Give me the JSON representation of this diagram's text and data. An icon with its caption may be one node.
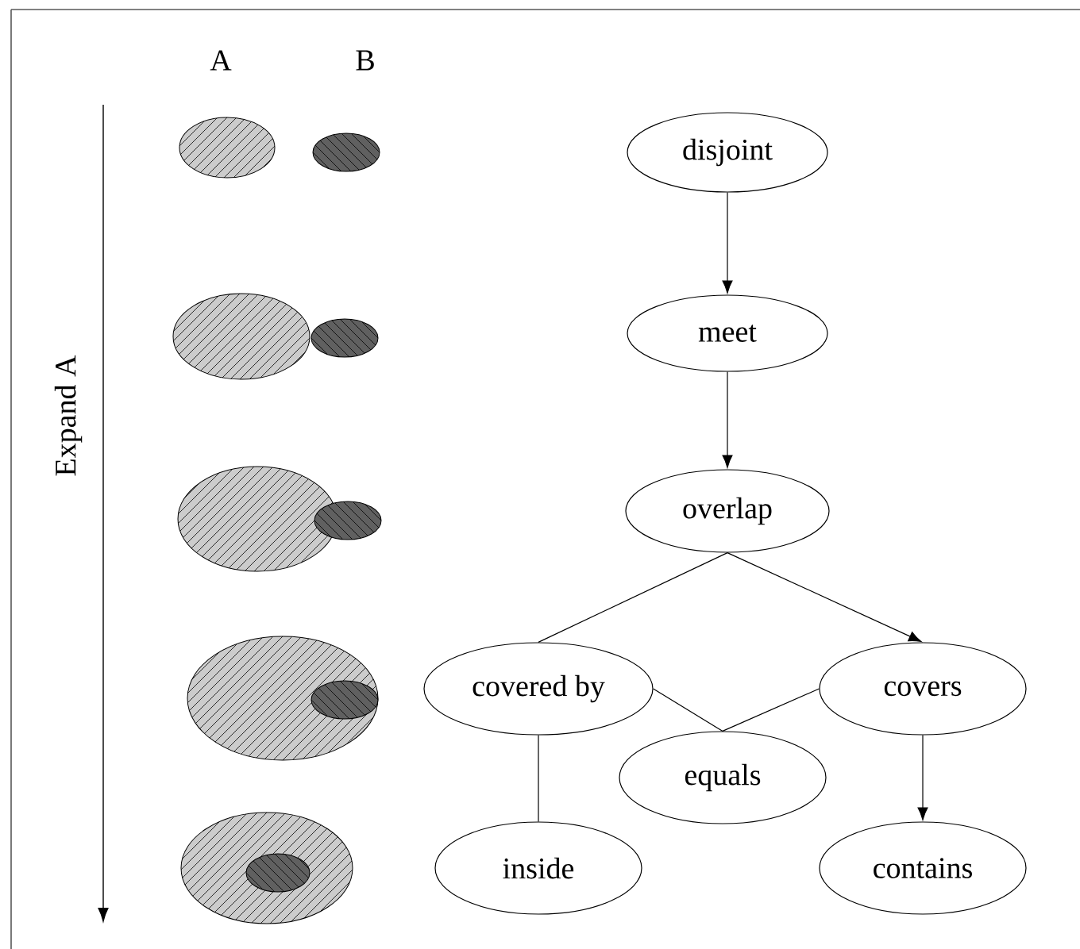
{
  "diagram": {
    "nodes": [
      {
        "text": [
          "disjoint"
        ]
      },
      {
        "text": [
          "meet"
        ]
      },
      {
        "text": [
          "overlap"
        ]
      },
      {
        "text": [
          "covered by"
        ]
      },
      {
        "text": [
          "covers"
        ]
      },
      {
        "text": [
          "equals"
        ]
      },
      {
        "text": [
          "inside"
        ]
      },
      {
        "text": [
          "contains"
        ]
      }
    ],
    "edges": [
      {
        "from": 0,
        "to": 1,
        "arrow": "to"
      },
      {
        "from": 1,
        "to": 2,
        "arrow": "to"
      },
      {
        "from": 2,
        "to": 3,
        "arrow": "none"
      },
      {
        "from": 2,
        "to": 4,
        "arrow": "to"
      },
      {
        "from": 3,
        "to": 5,
        "arrow": "none"
      },
      {
        "from": 5,
        "to": 4,
        "arrow": "none"
      },
      {
        "from": 3,
        "to": 6,
        "arrow": "none"
      },
      {
        "from": 4,
        "to": 7,
        "arrow": "to"
      }
    ],
    "labels": [
      "A",
      "B",
      "Expand A"
    ]
  }
}
